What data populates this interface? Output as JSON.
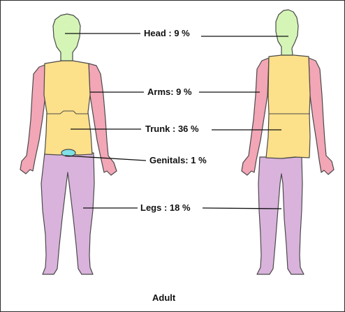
{
  "title": "",
  "caption": "Adult",
  "regions": [
    {
      "key": "head",
      "label": "Head : 9 %",
      "percent": 9,
      "color": "#d4f5b6"
    },
    {
      "key": "arms",
      "label": "Arms: 9 %",
      "percent": 9,
      "color": "#f2a6b6"
    },
    {
      "key": "trunk",
      "label": "Trunk : 36 %",
      "percent": 36,
      "color": "#fde08a"
    },
    {
      "key": "genitals",
      "label": "Genitals: 1 %",
      "percent": 1,
      "color": "#7fe0e6"
    },
    {
      "key": "legs",
      "label": "Legs : 18 %",
      "percent": 18,
      "color": "#d9b3dc"
    }
  ],
  "views": [
    "front",
    "back"
  ]
}
